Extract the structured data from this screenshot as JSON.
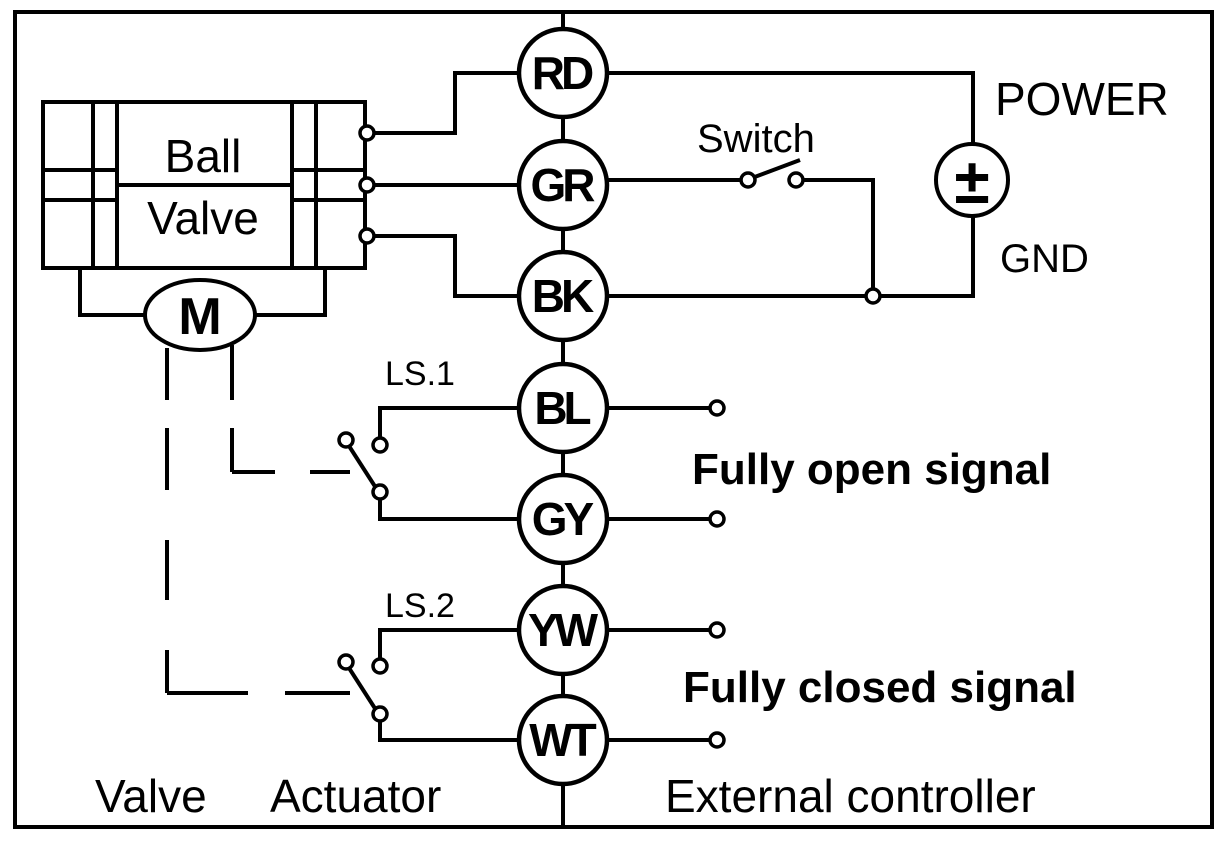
{
  "terminals": [
    {
      "code": "RD"
    },
    {
      "code": "GR"
    },
    {
      "code": "BK"
    },
    {
      "code": "BL"
    },
    {
      "code": "GY"
    },
    {
      "code": "YW"
    },
    {
      "code": "WT"
    }
  ],
  "labels": {
    "ball": "Ball",
    "valve": "Valve",
    "motor": "M",
    "switch": "Switch",
    "power": "POWER",
    "power_symbol": "±",
    "gnd": "GND",
    "ls1": "LS.1",
    "ls2": "LS.2",
    "fully_open": "Fully open signal",
    "fully_closed": "Fully closed signal",
    "footer_valve": "Valve",
    "footer_actuator": "Actuator",
    "footer_controller": "External controller"
  }
}
